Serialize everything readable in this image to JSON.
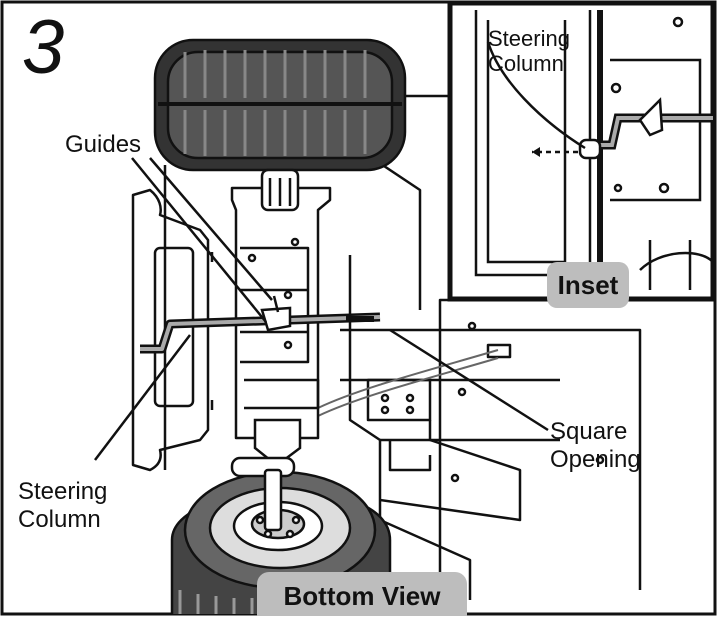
{
  "step_number": "3",
  "labels": {
    "guides": "Guides",
    "steering_column_main_line1": "Steering",
    "steering_column_main_line2": "Column",
    "square_opening_line1": "Square",
    "square_opening_line2": "Opening",
    "steering_column_inset_line1": "Steering",
    "steering_column_inset_line2": "Column",
    "inset_tag": "Inset",
    "view_tag": "Bottom View"
  }
}
